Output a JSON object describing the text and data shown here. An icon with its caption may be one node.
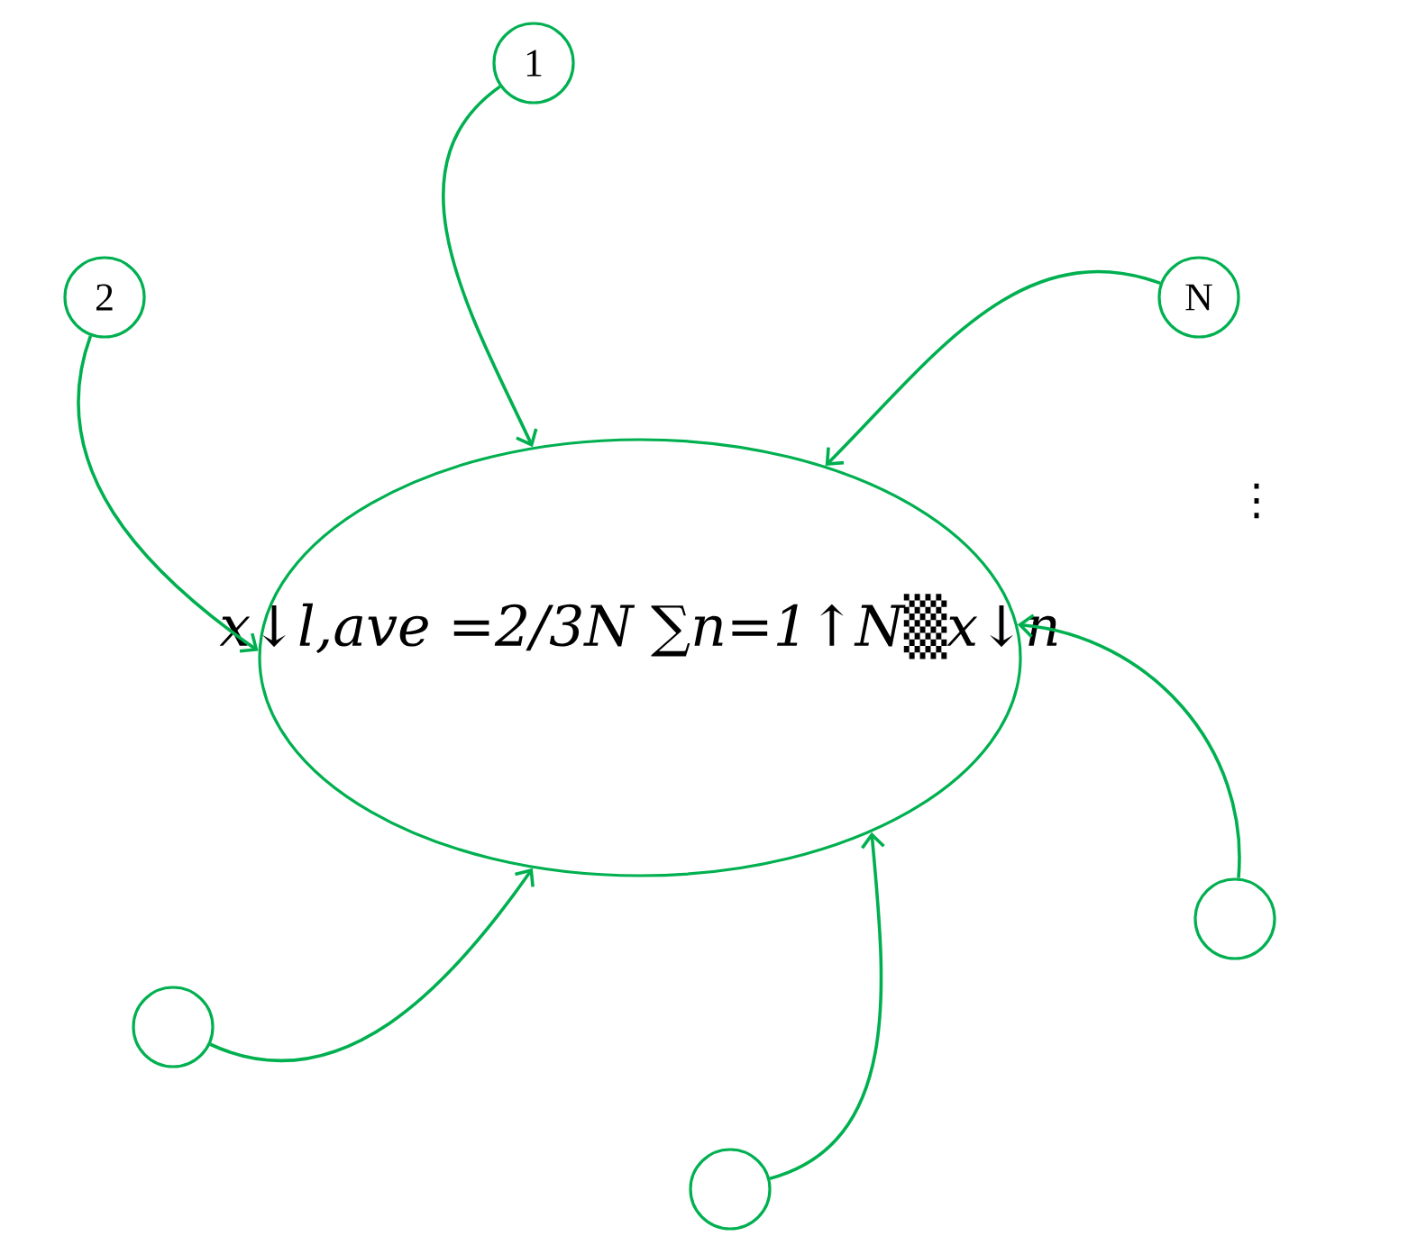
{
  "diagram": {
    "nodes": [
      {
        "text": [
          "x↓l,ave =2/3N ∑n=1↑N▒x↓n"
        ]
      },
      {
        "text": [
          "1"
        ]
      },
      {
        "text": [
          "2"
        ]
      },
      {
        "text": [
          "N"
        ]
      },
      {
        "text": [],
        "shape": "circle"
      },
      {
        "text": [],
        "shape": "circle"
      },
      {
        "text": [],
        "shape": "circle"
      }
    ],
    "edges": [
      {
        "from": 1,
        "to": 0,
        "arrow": "to"
      },
      {
        "from": 2,
        "to": 0,
        "arrow": "to"
      },
      {
        "from": 3,
        "to": 0,
        "arrow": "to"
      },
      {
        "from": 4,
        "to": 0,
        "arrow": "to"
      },
      {
        "from": 5,
        "to": 0,
        "arrow": "to"
      },
      {
        "from": 6,
        "to": 0,
        "arrow": "to"
      }
    ],
    "labels": [
      "⋮"
    ]
  }
}
